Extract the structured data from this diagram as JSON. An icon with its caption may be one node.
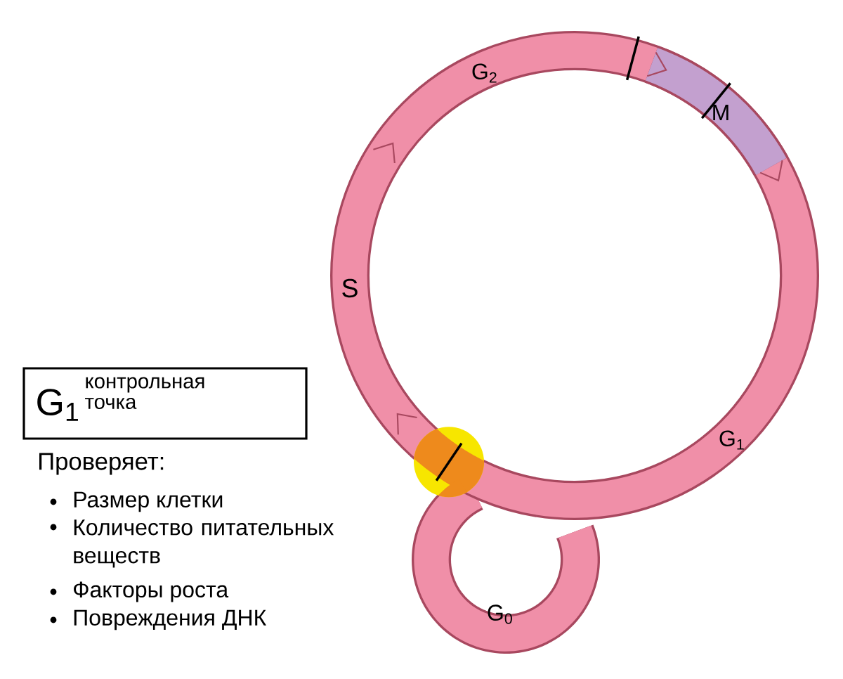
{
  "diagram": {
    "nodes": [
      {
        "text": [
          "G$_{1}$",
          "контрольная точка"
        ]
      }
    ],
    "labels": [
      "G$_{2}$",
      "M",
      "S",
      "G$_{1}$",
      "G$_{0}$",
      "Проверяет:",
      "Размер клетки",
      "Количество питательных веществ",
      "Факторы роста",
      "Повреждения ДНК"
    ]
  }
}
